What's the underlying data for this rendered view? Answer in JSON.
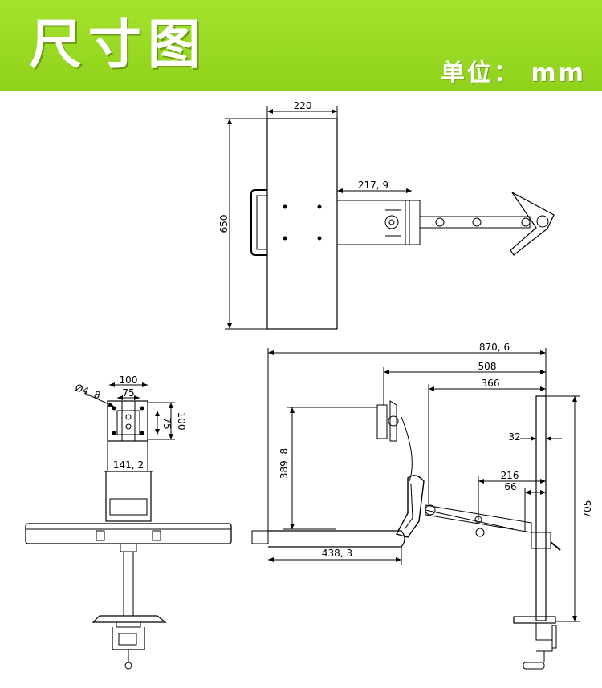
{
  "header": {
    "title": "尺寸图",
    "unit": "单位： mm"
  },
  "top_view": {
    "width": "220",
    "depth": "650",
    "arm_offset": "217, 9"
  },
  "front_view": {
    "hole_diameter": "Ø4, 8",
    "vesa_outer": "100",
    "vesa_inner": "75",
    "vesa_inner_v": "75",
    "vesa_outer_v": "100",
    "tray_width": "141, 2"
  },
  "side_view": {
    "total_reach": "870, 6",
    "reach_508": "508",
    "reach_366": "366",
    "pole_32": "32",
    "reach_216": "216",
    "reach_66": "66",
    "pole_height": "705",
    "tray_height": "389, 8",
    "tray_depth": "438, 3"
  }
}
